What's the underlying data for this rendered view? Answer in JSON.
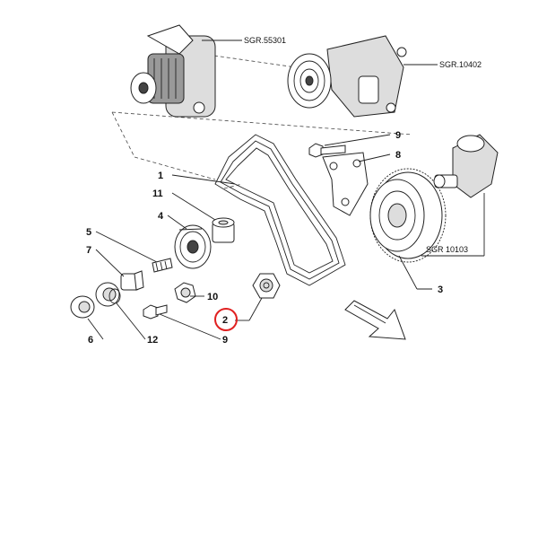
{
  "callouts": {
    "n1": "1",
    "n2": "2",
    "n3": "3",
    "n4": "4",
    "n5": "5",
    "n6": "6",
    "n7": "7",
    "n8": "8",
    "n9_top": "9",
    "n9_bottom": "9",
    "n10": "10",
    "n11": "11",
    "n12": "12"
  },
  "references": {
    "alternator": "SGR.55301",
    "water_pump": "SGR.10402",
    "crankshaft": "SGR 10103"
  },
  "highlight": {
    "part": "2",
    "color": "#e02020"
  }
}
